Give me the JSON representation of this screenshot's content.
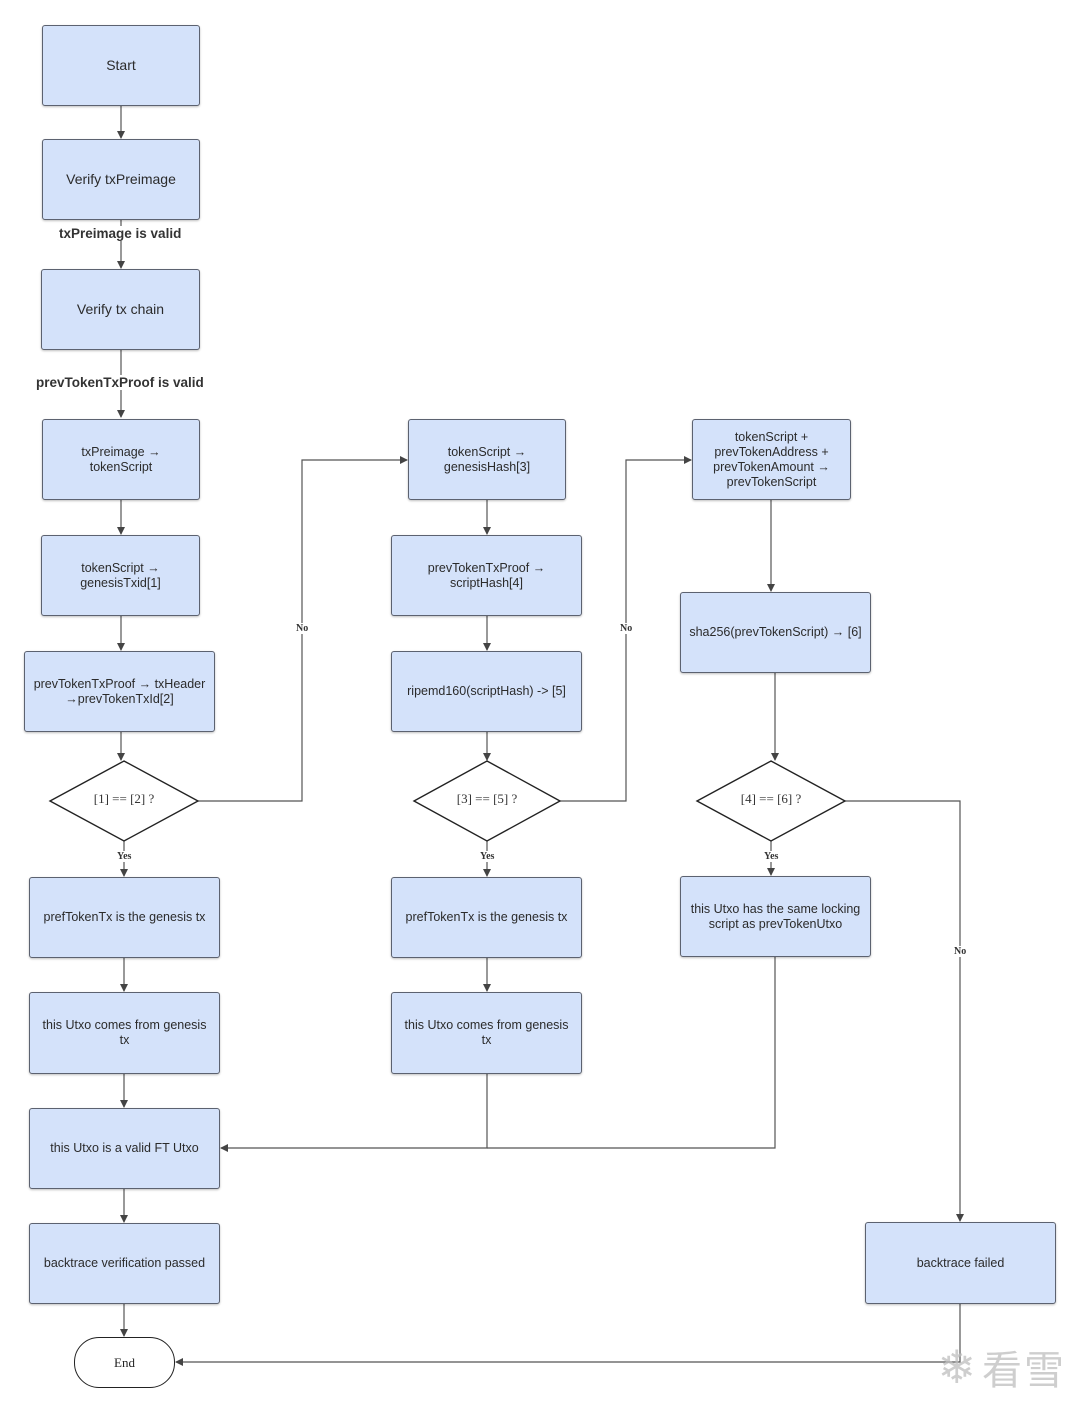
{
  "nodes": {
    "start": "Start",
    "verify_txpreimage": "Verify txPreimage",
    "verify_txchain": "Verify tx chain",
    "txpreimage_tokenscript": "txPreimage → tokenScript",
    "tokenscript_genesistxid": [
      "tokenScript →",
      "genesisTxid[1]"
    ],
    "prevtokentxproof_txheader": [
      "prevTokenTxProof → txHeader",
      "→prevTokenTxId[2]"
    ],
    "diamond1": "[1] == [2] ?",
    "preftokentx_genesis_1": "prefTokenTx is the genesis tx",
    "utxo_from_genesis_1": "this Utxo comes from genesis tx",
    "utxo_valid": "this Utxo is a valid FT Utxo",
    "backtrace_passed": "backtrace verification passed",
    "end": "End",
    "tokenscript_genesishash": [
      "tokenScript →",
      "genesisHash[3]"
    ],
    "prevtokentxproof_scripthash": [
      "prevTokenTxProof →",
      "scriptHash[4]"
    ],
    "ripemd160": "ripemd160(scriptHash) -> [5]",
    "diamond2": "[3] == [5] ?",
    "preftokentx_genesis_2": "prefTokenTx is the genesis tx",
    "utxo_from_genesis_2": "this Utxo comes from genesis tx",
    "tokenscript_prevtokenscript": [
      "tokenScript +",
      "prevTokenAddress +",
      "prevTokenAmount →",
      "prevTokenScript"
    ],
    "sha256": "sha256(prevTokenScript) → [6]",
    "diamond3": "[4] == [6] ?",
    "same_locking_script": [
      "this Utxo has the same locking",
      "script as prevTokenUtxo"
    ],
    "backtrace_failed": "backtrace failed"
  },
  "edge_labels": {
    "txpreimage_valid": "txPreimage is valid",
    "prevtokentxproof_valid": "prevTokenTxProof is valid",
    "yes1": "Yes",
    "yes2": "Yes",
    "yes3": "Yes",
    "no1": "No",
    "no2": "No",
    "no3": "No"
  },
  "watermark": "看雪",
  "colors": {
    "node_fill": "#d4e2fa",
    "node_border": "#5c6270",
    "line": "#444444"
  }
}
